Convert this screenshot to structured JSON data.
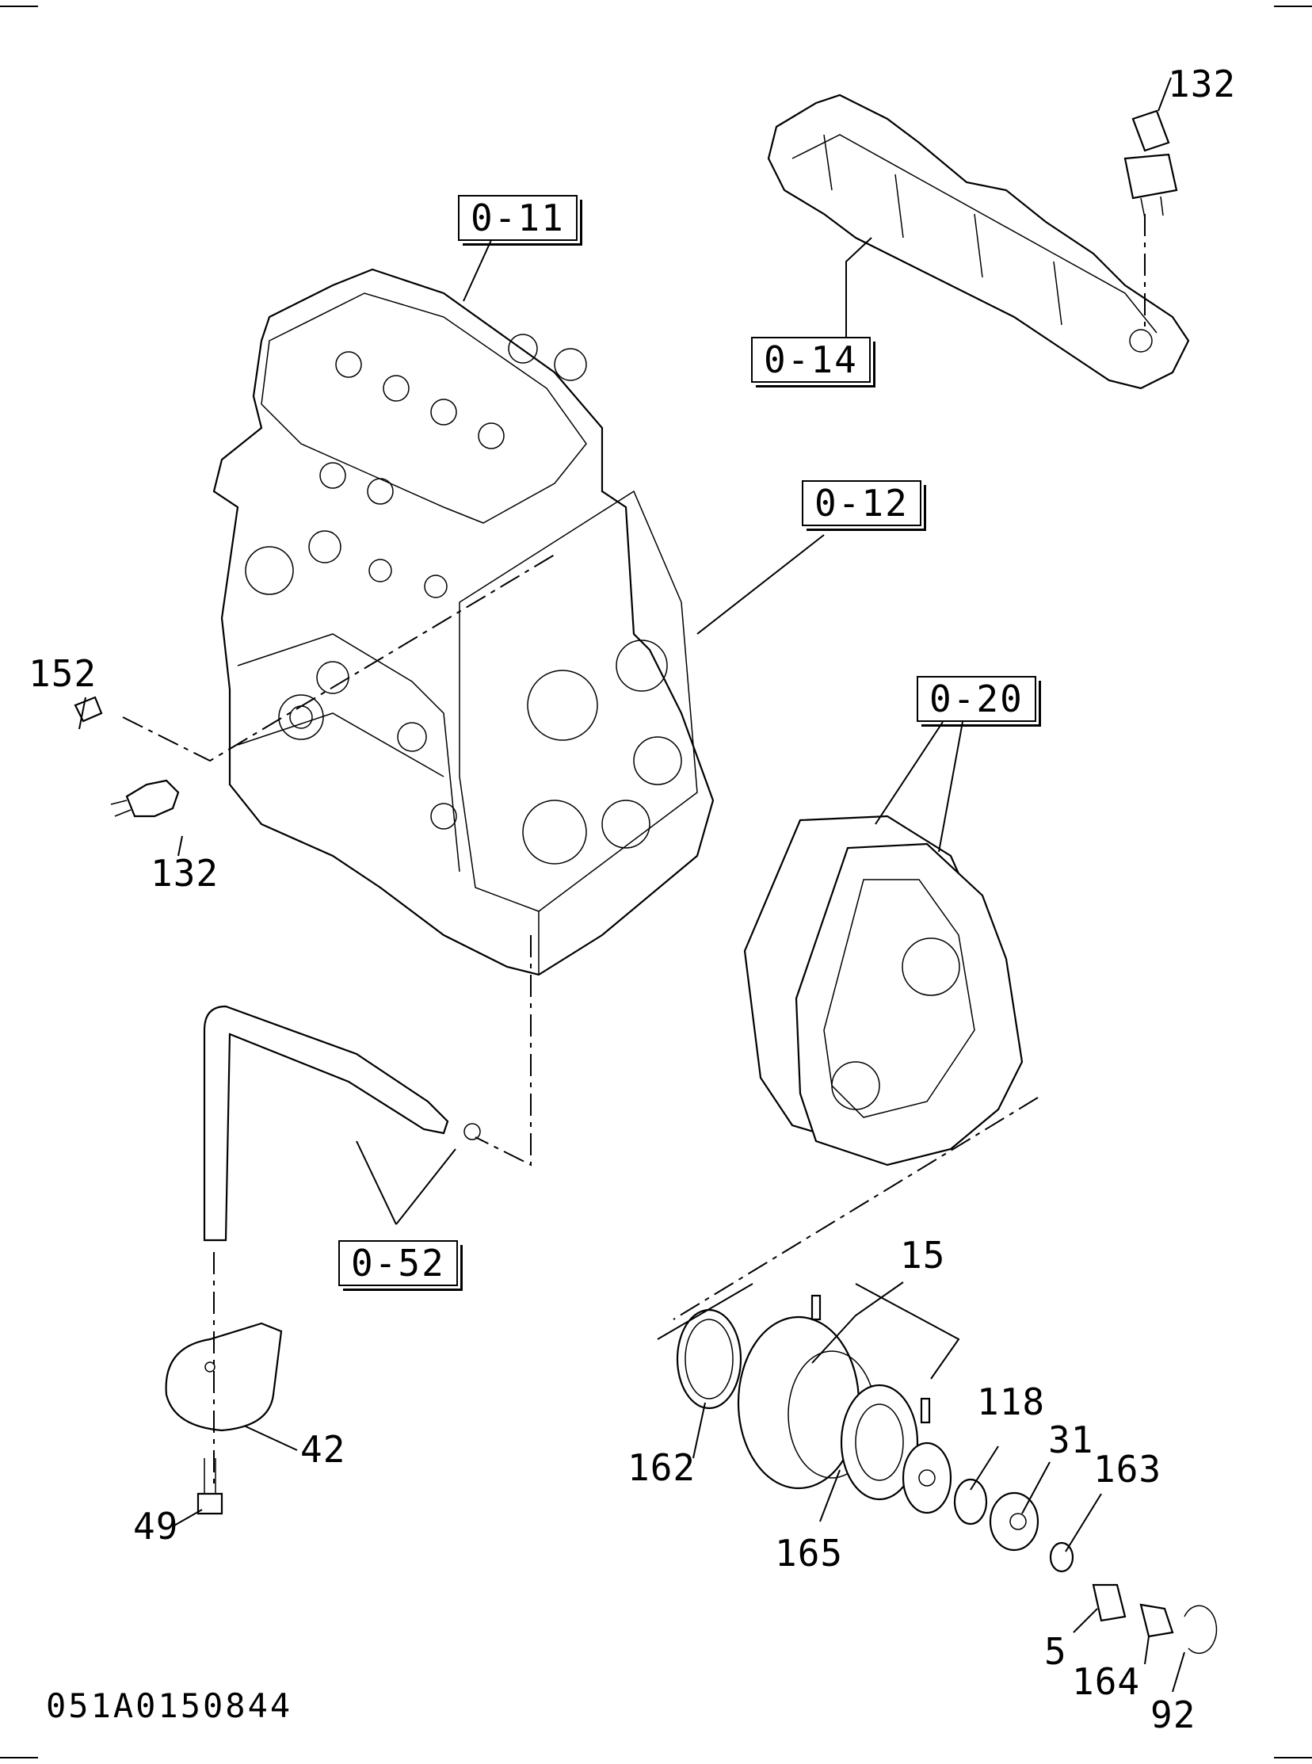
{
  "document": {
    "id": "051A0150844"
  },
  "ref_labels": [
    "0-11",
    "0-14",
    "0-12",
    "0-20",
    "0-52"
  ],
  "part_labels": [
    "132",
    "152",
    "132",
    "15",
    "118",
    "31",
    "163",
    "162",
    "165",
    "5",
    "164",
    "92",
    "42",
    "49"
  ]
}
